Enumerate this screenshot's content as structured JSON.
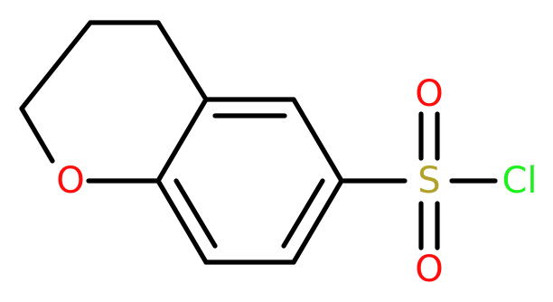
{
  "molecule": {
    "atoms": {
      "ring_oxygen": "O",
      "sulfur": "S",
      "sulfonyl_oxygen_top": "O",
      "sulfonyl_oxygen_bottom": "O",
      "chlorine": "Cl"
    },
    "colors": {
      "bond": "#000000",
      "oxygen": "#ff0d0d",
      "sulfur": "#b2a12b",
      "chlorine": "#1ff01f"
    }
  }
}
